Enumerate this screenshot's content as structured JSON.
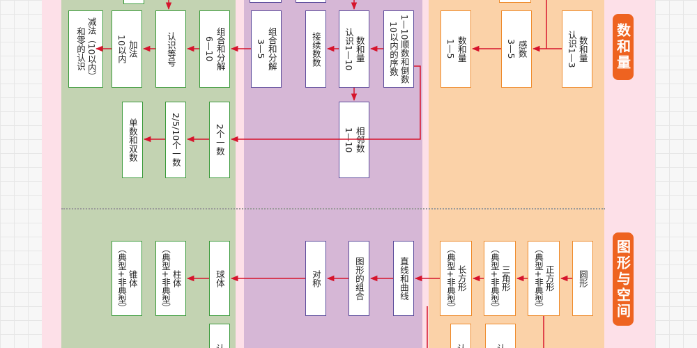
{
  "colors": {
    "arrow": "#d6142c",
    "green": "#3a9a3a",
    "purple": "#5a4a9a",
    "orange": "#ee8a2a",
    "badge": "#ee6320"
  },
  "badges": {
    "number": "数和量",
    "shape": "图形与空间"
  },
  "top": {
    "subtraction": [
      "减法（10以内）",
      "和零的认识"
    ],
    "addition": [
      "加法",
      "10以内"
    ],
    "equal_sign": [
      "认识等号"
    ],
    "compose_6_10": [
      "组合和分解",
      "6—10"
    ],
    "compose_3_5": [
      "组合和分解",
      "3—5"
    ],
    "consecutive": [
      "接续数数"
    ],
    "quantity_1_10": [
      "数和量",
      "认识1—10"
    ],
    "order_1_10": [
      "1—10顺数和倒数",
      "10以内的序数"
    ],
    "quantity_1_5": [
      "数和量",
      "1—5"
    ],
    "perceive_3_5": [
      "感数",
      "3—5"
    ],
    "quantity_1_3": [
      "数和量",
      "认识1—3"
    ],
    "odd_even": [
      "单数和双数"
    ],
    "count_by": [
      "2/5/10个一数"
    ],
    "count_two": [
      "2个一数"
    ],
    "adjacent": [
      "相邻数",
      "1—10"
    ]
  },
  "bottom": {
    "cone": [
      "锥体",
      "（典型+非典型）"
    ],
    "prism": [
      "柱体",
      "（典型+非典型）"
    ],
    "sphere": [
      "球体"
    ],
    "symmetry": [
      "对称"
    ],
    "combination": [
      "图形的组合"
    ],
    "lines": [
      "直线和曲线"
    ],
    "rectangle": [
      "长方形",
      "（典型+非典型）"
    ],
    "triangle": [
      "三角形",
      "（典型+非典型）"
    ],
    "square": [
      "正方形",
      "（典型+非典型）"
    ],
    "circle": [
      "圆形"
    ],
    "cut_1": [
      "认"
    ],
    "cut_2": [
      "认"
    ],
    "cut_3": [
      "认"
    ]
  }
}
